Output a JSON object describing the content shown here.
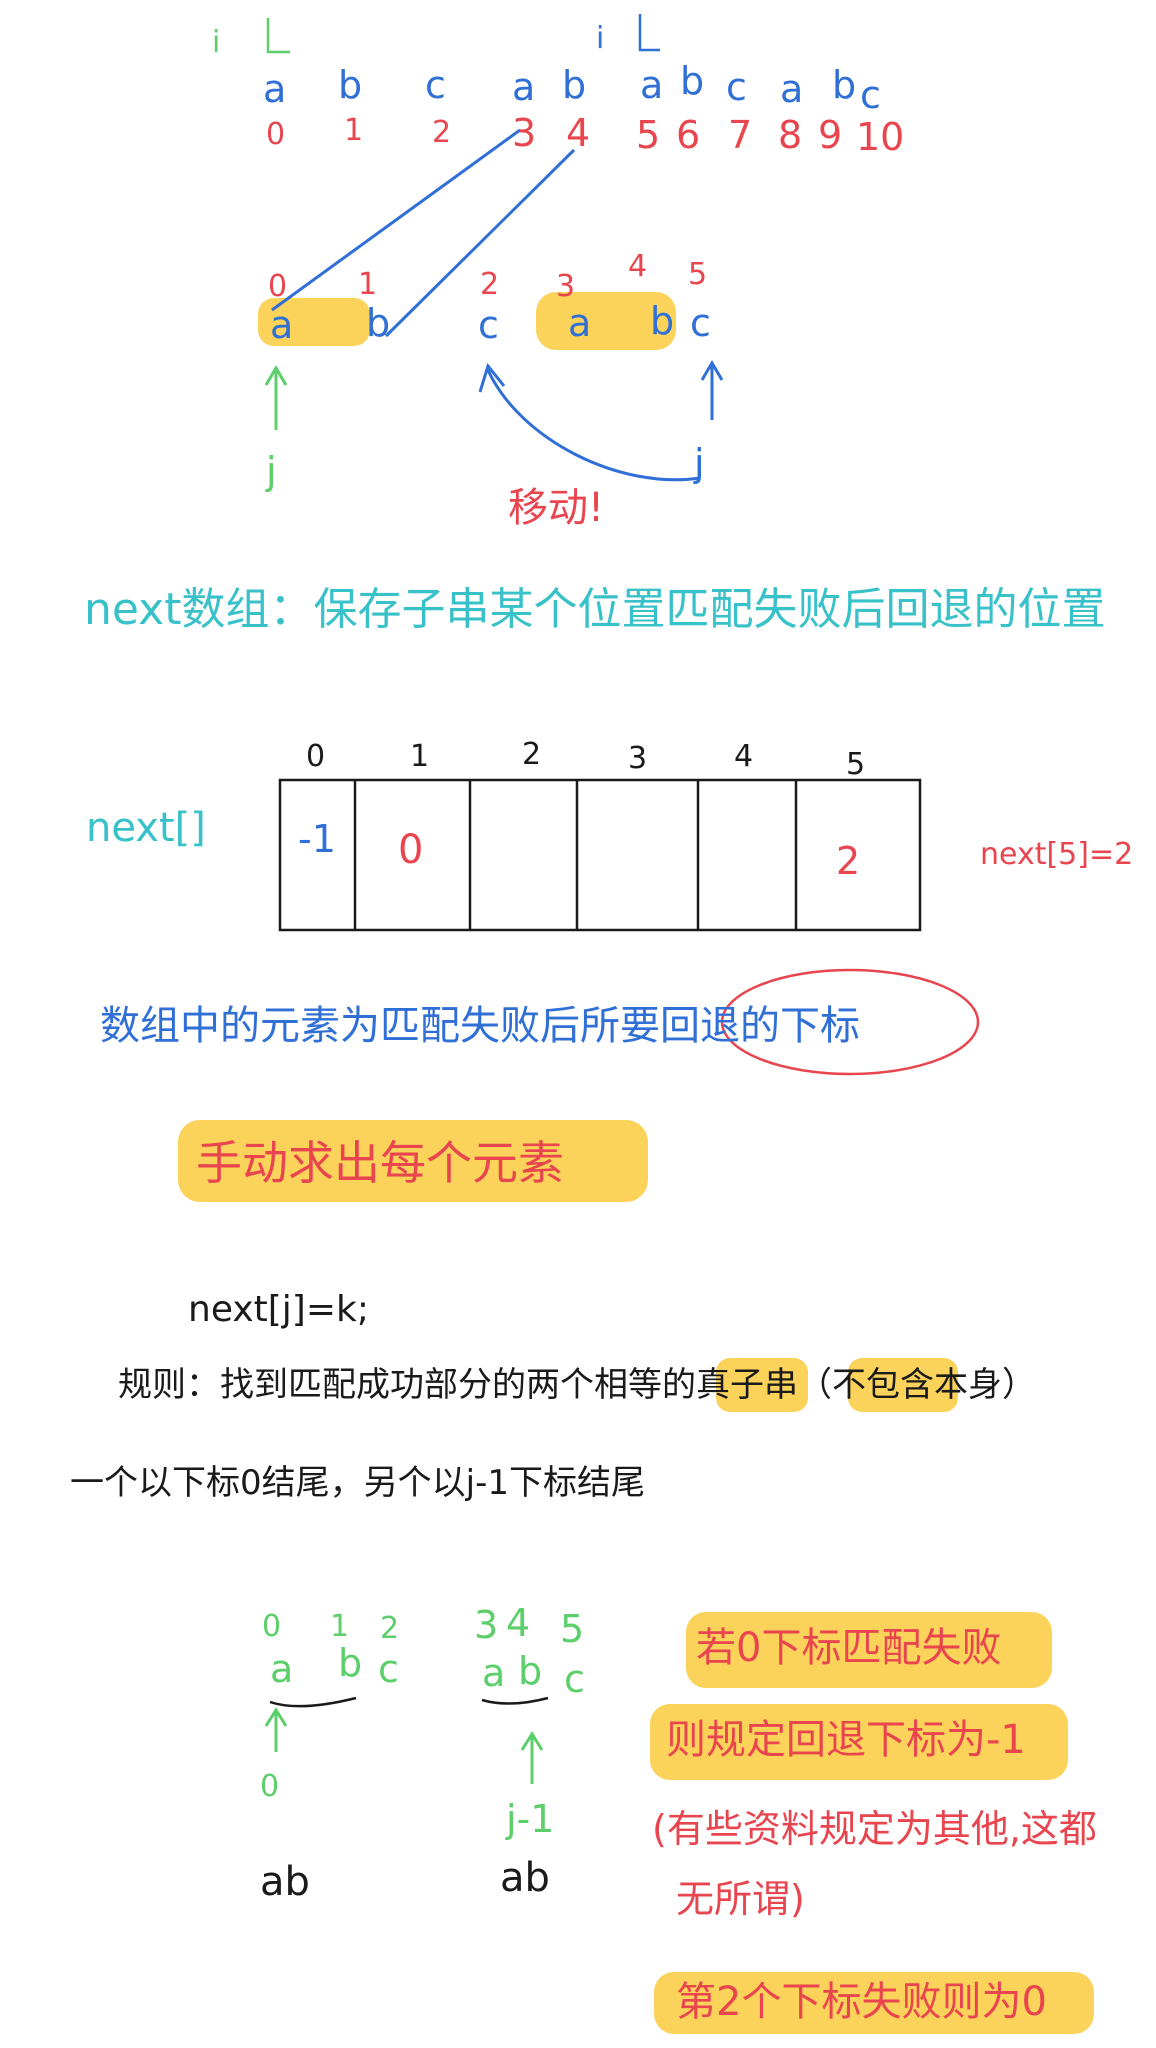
{
  "top": {
    "i_marker_left": "i",
    "i_marker_right": "i",
    "main_chars": [
      "a",
      "b",
      "c",
      "a",
      "b",
      "a",
      "b",
      "c",
      "a",
      "b",
      "c"
    ],
    "main_indices": [
      "0",
      "1",
      "2",
      "3",
      "4",
      "5",
      "6",
      "7",
      "8",
      "9",
      "10"
    ],
    "pattern_indices": [
      "0",
      "1",
      "2",
      "3",
      "4",
      "5"
    ],
    "pattern_chars": [
      "a",
      "b",
      "c",
      "a",
      "b",
      "c"
    ],
    "j_left": "j",
    "j_right": "j",
    "move_label": "移动!"
  },
  "definition": "next数组：保存子串某个位置匹配失败后回退的位置",
  "next_table": {
    "label": "next[]",
    "indices": [
      "0",
      "1",
      "2",
      "3",
      "4",
      "5"
    ],
    "values": [
      "-1",
      "0",
      "",
      "",
      "",
      "2"
    ],
    "side_note": "next[5]=2"
  },
  "explain": "数组中的元素为匹配失败后所要回退的下标",
  "manual": "手动求出每个元素",
  "formula": "next[j]=k;",
  "rule_line1": "规则：找到匹配成功部分的两个相等的真子串（不包含本身）",
  "rule_line2": "一个以下标0结尾，另个以j-1下标结尾",
  "example": {
    "left_indices": [
      "0",
      "1",
      "2"
    ],
    "left_chars": [
      "a",
      "b",
      "c"
    ],
    "left_zero": "0",
    "left_result": "ab",
    "right_indices": [
      "3",
      "4",
      "5"
    ],
    "right_chars": [
      "a",
      "b",
      "c"
    ],
    "right_j": "j-1",
    "right_result": "ab"
  },
  "notes": {
    "n1": "若0下标匹配失败",
    "n2": "则规定回退下标为-1",
    "n3a": "(有些资料规定为其他,这都",
    "n3b": "无所谓)",
    "n4": "第2个下标失败则为0"
  }
}
